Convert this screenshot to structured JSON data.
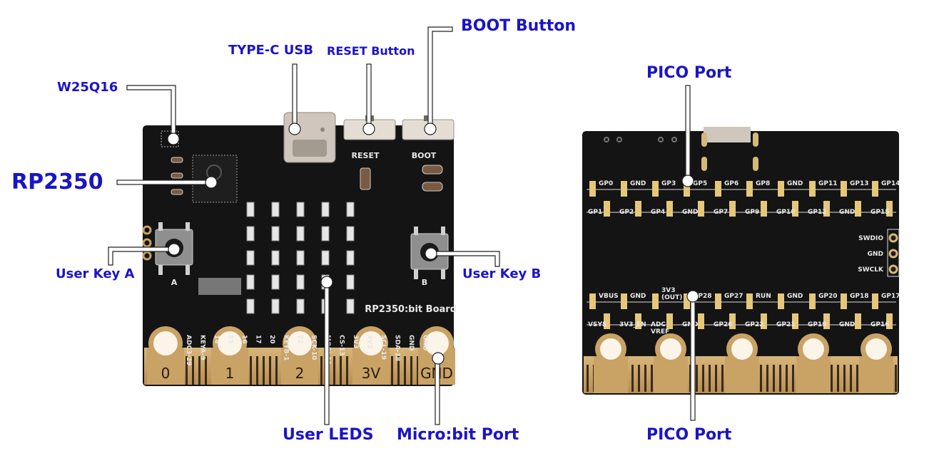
{
  "callouts": {
    "boot_button": "BOOT Button",
    "type_c_usb": "TYPE-C USB",
    "reset_button": "RESET Button",
    "w25q16": "W25Q16",
    "rp2350": "RP2350",
    "user_key_a": "User Key A",
    "user_key_b": "User Key B",
    "user_leds": "User LEDS",
    "microbit_port": "Micro:bit Port",
    "pico_port_top": "PICO Port",
    "pico_port_bottom": "PICO Port"
  },
  "front_board": {
    "silkscreen": {
      "reset": "RESET",
      "boot": "BOOT",
      "key_a": "A",
      "key_b": "B",
      "board_name": "RP2350:bit Board"
    },
    "edge_pads": [
      "0",
      "1",
      "2",
      "3V",
      "GND"
    ],
    "edge_pin_labels": [
      "ADC3-29",
      "KEYA-9",
      "14",
      "15",
      "16",
      "17",
      "20",
      "KEYB-1",
      "22",
      "SCK-10",
      "MOSI-11",
      "CS-13",
      "3V3",
      "3V3",
      "SCL-19",
      "SDA-18",
      "GND",
      "GND"
    ],
    "led_matrix": {
      "rows": 5,
      "cols": 5
    }
  },
  "back_board": {
    "top_row_upper": [
      "GP0",
      "GND",
      "GP3",
      "GP5",
      "GP6",
      "GP8",
      "GND",
      "GP11",
      "GP13",
      "GP14"
    ],
    "top_row_lower": [
      "GP1",
      "GP2",
      "GP4",
      "GND",
      "GP7",
      "GP9",
      "GP10",
      "GP12",
      "GND",
      "GP15"
    ],
    "bottom_row_upper": [
      "VBUS",
      "GND",
      "3V3\n(OUT)",
      "GP28",
      "GP27",
      "RUN",
      "GND",
      "GP20",
      "GP18",
      "GP17"
    ],
    "bottom_row_lower": [
      "VSYS",
      "3V3_EN",
      "ADC\nVREF",
      "GND",
      "GP26",
      "GP22",
      "GP21",
      "GP19",
      "GND",
      "GP16"
    ],
    "swd": [
      "SWDIO",
      "GND",
      "SWCLK"
    ]
  },
  "colors": {
    "callout_text": "#1a14c8",
    "pcb": "#141414",
    "gold": "#c9a266",
    "pad": "#e6c77a",
    "silk": "#e8e8e8"
  }
}
